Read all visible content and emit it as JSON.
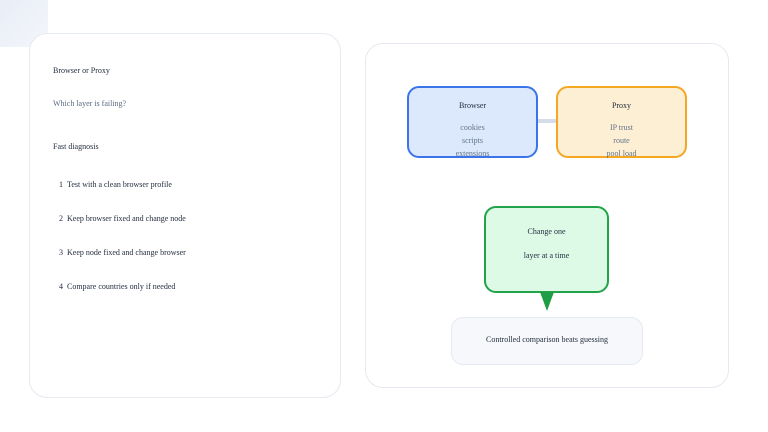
{
  "left": {
    "title": "Browser or Proxy",
    "subtitle": "Which layer is failing?",
    "section": "Fast diagnosis",
    "steps": [
      {
        "num": "1",
        "text": "Test with a clean browser profile"
      },
      {
        "num": "2",
        "text": "Keep browser fixed and change node"
      },
      {
        "num": "3",
        "text": "Keep node fixed and change browser"
      },
      {
        "num": "4",
        "text": "Compare countries only if needed"
      }
    ]
  },
  "diagram": {
    "browser": {
      "title": "Browser",
      "items": [
        "cookies",
        "scripts",
        "extensions"
      ],
      "color": "#3b74e8",
      "fill": "#dce9fc"
    },
    "proxy": {
      "title": "Proxy",
      "items": [
        "IP trust",
        "route",
        "pool load"
      ],
      "color": "#f5a623",
      "fill": "#fdefd3"
    },
    "center": {
      "line1": "Change one",
      "line2": "layer at a time",
      "color": "#22a34a",
      "fill": "#dcfae6"
    },
    "result": "Controlled comparison beats guessing"
  }
}
